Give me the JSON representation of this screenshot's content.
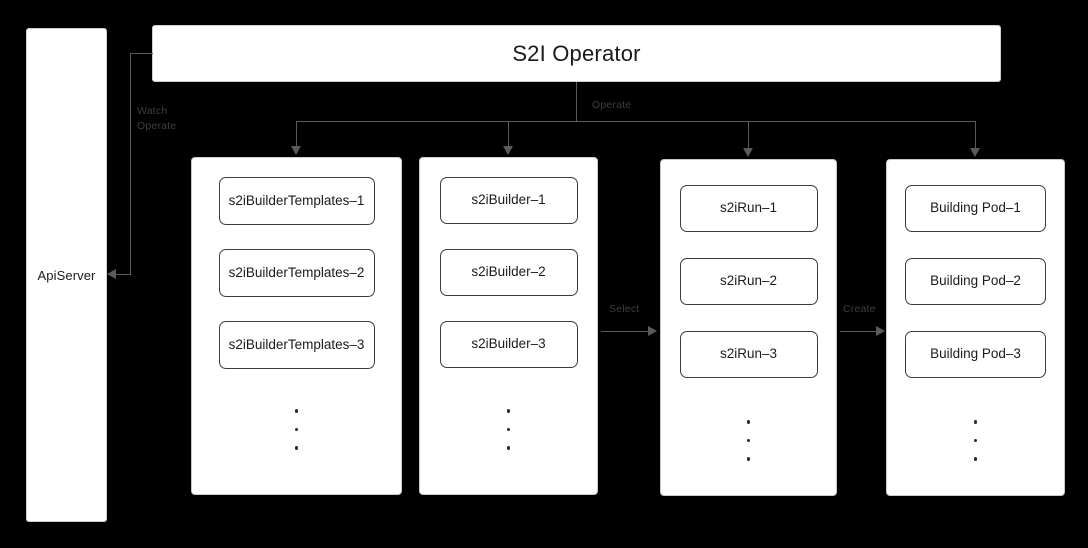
{
  "diagram": {
    "title": "S2I Operator",
    "background_color": "#000000",
    "panel_color": "#ffffff",
    "line_color": "#5a5a5a",
    "card_border_color": "#3c3c3c"
  },
  "api_server": {
    "label": "ApiServer"
  },
  "operator": {
    "title": "S2I Operator"
  },
  "edges": {
    "watch_operate_line1": "Watch",
    "watch_operate_line2": "Operate",
    "operate": "Operate",
    "select": "Select",
    "create": "Create"
  },
  "columns": [
    {
      "id": "s2ibuildertemplates",
      "cards": [
        "s2iBuilderTemplates–1",
        "s2iBuilderTemplates–2",
        "s2iBuilderTemplates–3"
      ],
      "ellipsis": "•"
    },
    {
      "id": "s2ibuilders",
      "cards": [
        "s2iBuilder–1",
        "s2iBuilder–2",
        "s2iBuilder–3"
      ],
      "ellipsis": "•"
    },
    {
      "id": "s2iruns",
      "cards": [
        "s2iRun–1",
        "s2iRun–2",
        "s2iRun–3"
      ],
      "ellipsis": "•"
    },
    {
      "id": "building-pods",
      "cards": [
        "Building Pod–1",
        "Building Pod–2",
        "Building Pod–3"
      ],
      "ellipsis": "•"
    }
  ]
}
